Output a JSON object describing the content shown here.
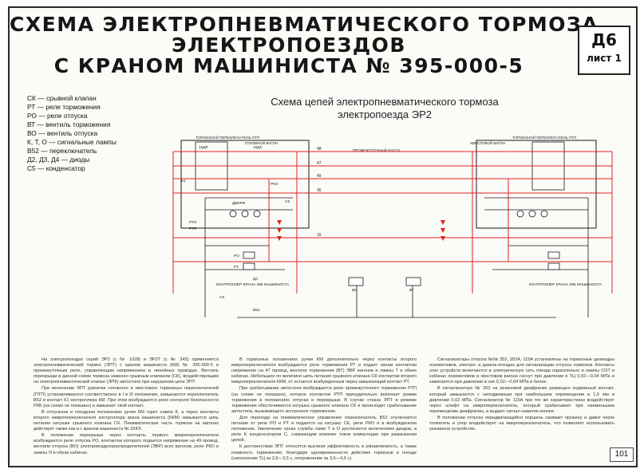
{
  "title": {
    "line1": "СХЕМА ЭЛЕКТРОПНЕВМАТИЧЕСКОГО ТОРМОЗА",
    "line2": "ЭЛЕКТРОПОЕЗДОВ",
    "line3": "С КРАНОМ МАШИНИСТА № 395-000-5"
  },
  "sheet": {
    "code": "Д6",
    "label": "лист 1"
  },
  "legend": [
    {
      "code": "СК",
      "desc": "срывной клапан"
    },
    {
      "code": "РТ",
      "desc": "реле торможения"
    },
    {
      "code": "РО",
      "desc": "реле отпуска"
    },
    {
      "code": "ВТ",
      "desc": "вентиль торможения"
    },
    {
      "code": "ВО",
      "desc": "вентиль отпуска"
    },
    {
      "code": "К, Т, О",
      "desc": "сигнальные лампы"
    },
    {
      "code": "В52",
      "desc": "переключатель"
    },
    {
      "code": "Д2, Д3, Д4",
      "desc": "диоды"
    },
    {
      "code": "С5",
      "desc": "конденсатор"
    }
  ],
  "subtitle": {
    "line1": "Схема цепей электропневматического тормоза",
    "line2": "электропоезда ЭР2"
  },
  "diagram_labels": {
    "head_car": "ГОЛОВНОЙ ВАГОН",
    "intermediate_car": "ПРОМЕЖУТОЧНЫЙ ВАГОН",
    "tail_car": "ХВОСТОВОЙ ВАГОН",
    "brake_switch_left": "ТОРМОЗНОЙ ПЕРЕКЛЮЧАТЕЛЬ ПТП",
    "brake_switch_right": "ТОРМОЗНОЙ ПЕРЕКЛЮЧАТЕЛЬ ПТП",
    "controller_left": "КОНТРОЛЛЕР КРАНА 395 МАШИНИСТА",
    "controller_right": "КОНТРОЛЛЕР КРАНА 395 МАШИНИСТА",
    "wire_48": "48",
    "wire_47": "47",
    "wire_49": "49",
    "wire_30": "30",
    "wire_15": "15",
    "ptp_left": "15ДР",
    "ptp_left2": "15ДС",
    "doors": "ДВЕРИ",
    "pko": "РКО",
    "rto": "РТО",
    "rtp": "РТП",
    "ro": "РО",
    "rt": "РТ",
    "c5": "С5",
    "d4": "Д4",
    "sk": "СК",
    "vt": "ВТ",
    "vo": "ВО",
    "v52": "В52",
    "k1": "К1"
  },
  "body": {
    "col1": [
      "На электропоездах серий ЭР2 (с № 1028) и ЭР2Т (с № 345) применяется электропневматический тормоз (ЭПТ) с краном машиниста (КМ) № 395-000-5 и промежуточным реле, управляющим напряжением в линейных проводах. Вентиль перекрыши в данной схеме тормоза заменен срывным клапаном (СК), воздействующим на электропневматический клапан (ЭПК) автостопа при нарушении цепи ЭПТ.",
      "При включении ЭПТ рукоятки головного и хвостового тормозных переключателей (ПТП) устанавливаются соответственно в I и III положения, замыкаются переключатель В52 и контакт К1 контроллера КМ. При этом возбуждается реле контроля безопасности РКБ (на схеме не показано) и замыкает свой контакт.",
      "В отпускном и поездном положениях ручки КМ горит лампа К, а через контакты второго микропереключателя контроллера крана машиниста (ККМ) замыкается цепь питания катушки срывного клапана СК. Пневматическая часть тормоза на вагонах действует также как и с краном машиниста № 334Э.",
      "В положении перекрыши через контакты первого микропереключателя возбуждается реле отпуска РО, контактом которого подается напряжение на 49 провод, вентили отпуска (ВО) электровоздухораспределителей (ЭВР) всех вагонов, реле РКО и лампы О в обеих кабинах."
    ],
    "col2": [
      "В тормозных положениях ручки КМ дополнительно через контакты второго микропереключателя возбуждается реле торможения РТ и подает своим контактом напряжение на 47 провод, вентили торможения (ВТ) ЭВР вагонов и лампы Т в обеих кабинах. Небольшое по величине цепь питания срывного клапана СК контактом второго микропереключателя ККМ, от остается возбужденным через замыкающий контакт РТ.",
      "При срабатывании автостопа возбуждается реле промежуточного торможения РТП (на схеме не показано), которое контактом РТП принудительно включает режим торможения в положениях отпуска и перекрыши. В случае отказа ЭПТ в режиме торможения обесточивается катушка срывного клапана СК и происходит срабатывание автостопа, вызывающего экстренное торможение.",
      "Для перехода на пневматическое управление переключатель В52 отключается питание от реле РО и РТ и подается на катушку СК, реле РКО и в возбужденном положении. Увеличение срока службы ламп Т и О достигается включением диодов, а реле К конденсатором С, снижающим влияние токов коммутации при размыкании цепей.",
      "К достоинствам ЭПТ относятся высокая эффективность и управляемость, а также плавность торможения, благодаря одновременности действия тормозов в поезде (наполнение ТЦ за 2,5—3,5 с, опорожнение за 3,5—4,5 с)."
    ],
    "col3": [
      "Сигнализаторы отпуска №№ 352, 352А, 115А установлены на тормозные цилиндры локомотивов, электро- и дизель-поездах для сигнализации отпуска тормозов. Контакты этих устройств включаются в электрическую сеть поезда параллельно и лампы СОТ в кабинах локомотивов и хвостовом вагоне гаснут при давлении в ТЦ 0,02—0,04 МПа и зажигаются при давлении в них 0,02—0,04 МПа и более.",
      "В сигнализаторе № 352 на резиновой диафрагме размещен подвижный контакт, который замыкается с неподвижным при наибольшем перемещении в 1,5 мм и давлении 0,02 МПа. Сигнализатор № 115А при тех же характеристиках воздействует через штифт на микропереключатель, который срабатывает при наименьшем перемещении диафрагмы, и выдает сигнал нажатия кнопки.",
      "В положении отпуска передвигающийся поршень сжимает пружину и давит через толкатель и упор воздействует на микропереключатель, что позволяет использовать указанное устройство."
    ]
  },
  "page_number": "101",
  "colors": {
    "circuit_red": "#e02020",
    "line_dark": "#1a1a1a",
    "paper": "#fbfbf8"
  }
}
